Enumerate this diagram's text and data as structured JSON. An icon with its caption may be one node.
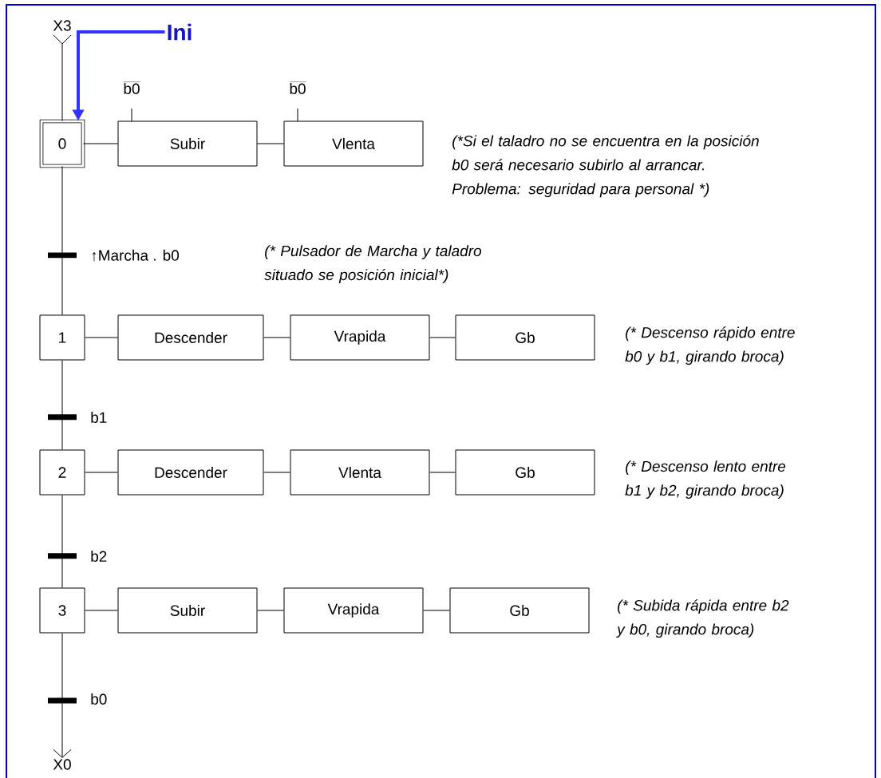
{
  "diagram": {
    "nodes": [
      {
        "text": [
          "X3"
        ]
      },
      {
        "text": [
          "Ini"
        ]
      },
      {
        "text": [
          "0"
        ]
      },
      {
        "text": [
          "Subir"
        ],
        "beside": [
          "b0"
        ]
      },
      {
        "text": [
          "Vlenta"
        ],
        "beside": [
          "b0"
        ]
      },
      {
        "text": [
          "1"
        ]
      },
      {
        "text": [
          "Descender"
        ]
      },
      {
        "text": [
          "Vrapida"
        ]
      },
      {
        "text": [
          "Gb"
        ]
      },
      {
        "text": [
          "2"
        ]
      },
      {
        "text": [
          "Descender"
        ]
      },
      {
        "text": [
          "Vlenta"
        ]
      },
      {
        "text": [
          "Gb"
        ]
      },
      {
        "text": [
          "3"
        ]
      },
      {
        "text": [
          "Subir"
        ]
      },
      {
        "text": [
          "Vrapida"
        ]
      },
      {
        "text": [
          "Gb"
        ]
      },
      {
        "text": [
          "X0"
        ]
      }
    ],
    "edges": [
      {
        "from": 0,
        "to": 2,
        "arrow": "other"
      },
      {
        "from": 1,
        "to": 2,
        "arrow": "to",
        "color": "#3333ff",
        "style": "thick"
      },
      {
        "from": 2,
        "to": 3,
        "arrow": "none"
      },
      {
        "from": 3,
        "to": 4,
        "arrow": "none"
      },
      {
        "from": 2,
        "to": 5,
        "arrow": "none",
        "label": "↑Marcha . b0"
      },
      {
        "from": 5,
        "to": 6,
        "arrow": "none"
      },
      {
        "from": 6,
        "to": 7,
        "arrow": "none"
      },
      {
        "from": 7,
        "to": 8,
        "arrow": "none"
      },
      {
        "from": 5,
        "to": 9,
        "arrow": "none",
        "label": "b1"
      },
      {
        "from": 9,
        "to": 10,
        "arrow": "none"
      },
      {
        "from": 10,
        "to": 11,
        "arrow": "none"
      },
      {
        "from": 11,
        "to": 12,
        "arrow": "none"
      },
      {
        "from": 9,
        "to": 13,
        "arrow": "none",
        "label": "b2"
      },
      {
        "from": 13,
        "to": 14,
        "arrow": "none"
      },
      {
        "from": 14,
        "to": 15,
        "arrow": "none"
      },
      {
        "from": 15,
        "to": 16,
        "arrow": "none"
      },
      {
        "from": 13,
        "to": 17,
        "arrow": "to",
        "label": "b0"
      }
    ],
    "labels": [
      "(*Si el taladro no se encuentra en la posición b0 será necesario subirlo al arrancar. Problema: seguridad para personal *)",
      "(* Pulsador de Marcha y taladro situado se posición inicial*)",
      "(* Descenso rápido entre b0 y b1, girando broca)",
      "(* Descenso lento entre b1 y b2, girando broca)",
      "(* Subida rápida entre b2 y b0, girando broca)"
    ]
  }
}
